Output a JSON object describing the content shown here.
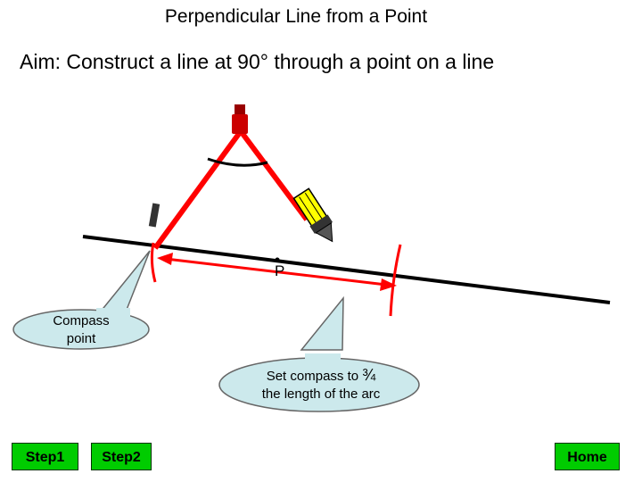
{
  "title": "Perpendicular Line from a Point",
  "aim": "Aim: Construct a line at 90° through a point on a line",
  "point_label": "P",
  "callouts": {
    "compass_point_line1": "Compass",
    "compass_point_line2": "point",
    "set_compass_line1": "Set compass to",
    "set_compass_fraction": "¾",
    "set_compass_line2": "the length of the arc"
  },
  "buttons": {
    "step1": "Step1",
    "step2": "Step2",
    "home": "Home"
  },
  "colors": {
    "compass_legs": "#ff0000",
    "compass_hinge": "#cc0000",
    "pencil_body": "#ffff00",
    "callout_fill": "#cce9ec",
    "button_fill": "#00cc00"
  }
}
